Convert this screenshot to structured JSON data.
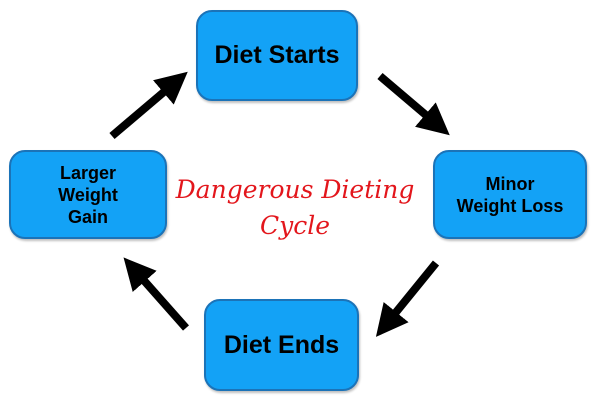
{
  "title": "Dangerous Dieting\nCycle",
  "nodes": {
    "top": "Diet Starts",
    "right": "Minor\nWeight Loss",
    "bottom": "Diet Ends",
    "left": "Larger\nWeight\nGain"
  },
  "colors": {
    "box_fill": "#13a2f6",
    "box_border": "#1b73b8",
    "title": "#e3161c",
    "arrow": "#000000"
  }
}
